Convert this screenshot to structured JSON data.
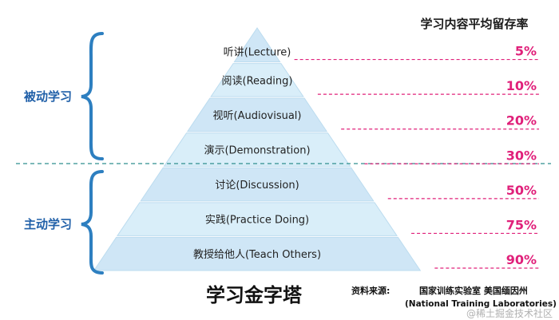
{
  "header": {
    "retention_title": "学习内容平均留存率"
  },
  "groups": {
    "passive": {
      "label": "被动学习"
    },
    "active": {
      "label": "主动学习"
    }
  },
  "levels": [
    {
      "label": "听讲(Lecture)",
      "retention": "5%"
    },
    {
      "label": "阅读(Reading)",
      "retention": "10%"
    },
    {
      "label": "视听(Audiovisual)",
      "retention": "20%"
    },
    {
      "label": "演示(Demonstration)",
      "retention": "30%"
    },
    {
      "label": "讨论(Discussion)",
      "retention": "50%"
    },
    {
      "label": "实践(Practice Doing)",
      "retention": "75%"
    },
    {
      "label": "教授给他人(Teach Others)",
      "retention": "90%"
    }
  ],
  "footer": {
    "title": "学习金字塔",
    "source_label": "资料来源:",
    "source_org": "国家训练实验室  美国缅因州",
    "source_org_en": "(National Training Laboratories)",
    "watermark": "@稀土掘金技术社区"
  },
  "colors": {
    "layer_fill": "#cfe6f6",
    "layer_fill_alt": "#d9eef9",
    "layer_stroke": "#ffffff",
    "text_dark": "#1a1a1a",
    "label_blue": "#222222",
    "percent_pink": "#e0207a",
    "pink_dash": "#e0207a",
    "teal_dash": "#2f8f8f",
    "brace_blue": "#2d7fc0",
    "group_text": "#1f5fa8"
  }
}
